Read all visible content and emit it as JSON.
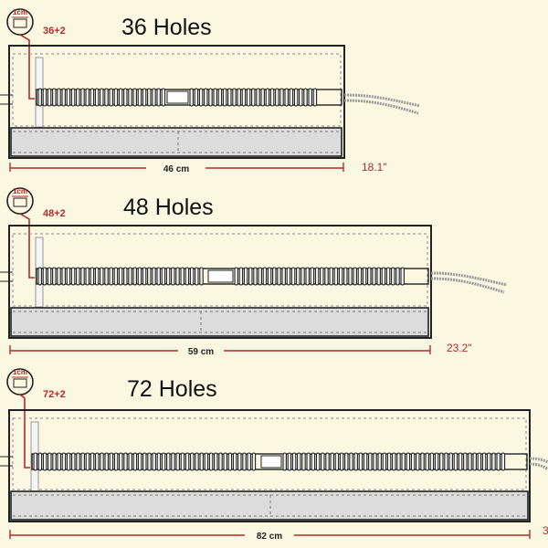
{
  "diagrams": [
    {
      "title": "36 Holes",
      "badge_label": "1cm",
      "count_label": "36+2",
      "length_label": "46 cm",
      "inch_label": "18.1\""
    },
    {
      "title": "48 Holes",
      "badge_label": "1cm",
      "count_label": "48+2",
      "length_label": "59 cm",
      "inch_label": "23.2\""
    },
    {
      "title": "72 Holes",
      "badge_label": "1cm",
      "count_label": "72+2",
      "length_label": "82 cm",
      "inch_label": "3"
    }
  ],
  "colors": {
    "background": "#fbf8e2",
    "frame": "#222222",
    "dashed": "#8a8a8a",
    "tray": "#dcdcdc",
    "accent_red": "#b22a2a",
    "text": "#111111"
  }
}
